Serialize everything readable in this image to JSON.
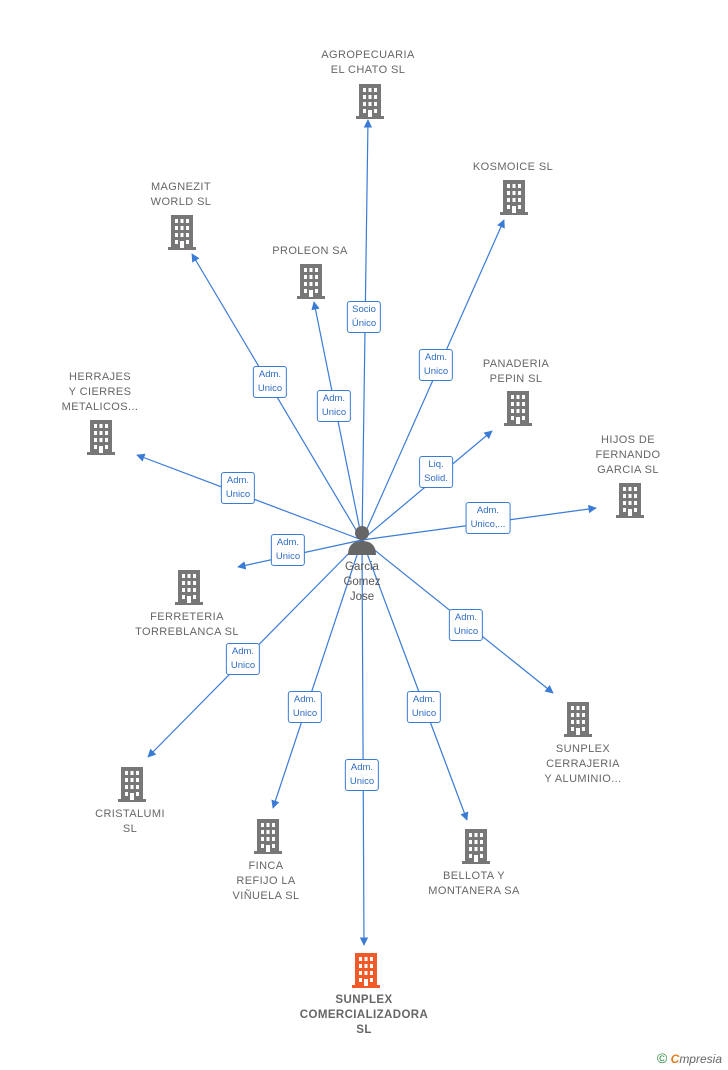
{
  "center": {
    "name_lines": [
      "Garcia",
      "Gomez",
      "Jose"
    ],
    "icon": "person-icon"
  },
  "colors": {
    "edge": "#3a7bd5",
    "building": "#777777",
    "highlight": "#f05a28"
  },
  "nodes": [
    {
      "id": "agropecuaria",
      "lines": [
        "AGROPECUARIA",
        "EL CHATO SL"
      ],
      "label": "Socio\nÚnico"
    },
    {
      "id": "kosmoice",
      "lines": [
        "KOSMOICE SL"
      ],
      "label": "Adm.\nUnico"
    },
    {
      "id": "magnezit",
      "lines": [
        "MAGNEZIT",
        "WORLD SL"
      ],
      "label": "Adm.\nUnico"
    },
    {
      "id": "proleon",
      "lines": [
        "PROLEON SA"
      ],
      "label": "Adm.\nUnico"
    },
    {
      "id": "panaderia",
      "lines": [
        "PANADERIA",
        "PEPIN SL"
      ],
      "label": "Liq.\nSolid."
    },
    {
      "id": "herrajes",
      "lines": [
        "HERRAJES",
        "Y CIERRES",
        "METALICOS..."
      ],
      "label": "Adm.\nUnico"
    },
    {
      "id": "hijos",
      "lines": [
        "HIJOS DE",
        "FERNANDO",
        "GARCIA  SL"
      ],
      "label": "Adm.\nUnico,..."
    },
    {
      "id": "ferreteria",
      "lines": [
        "FERRETERIA",
        "TORREBLANCA SL"
      ],
      "label": "Adm.\nUnico"
    },
    {
      "id": "sunplex_cerr",
      "lines": [
        "SUNPLEX",
        "CERRAJERIA",
        "Y ALUMINIO..."
      ],
      "label": "Adm.\nUnico"
    },
    {
      "id": "cristalumi",
      "lines": [
        "CRISTALUMI",
        "SL"
      ],
      "label": "Adm.\nUnico"
    },
    {
      "id": "finca",
      "lines": [
        "FINCA",
        "REFIJO LA",
        "VIÑUELA  SL"
      ],
      "label": "Adm.\nUnico"
    },
    {
      "id": "bellota",
      "lines": [
        "BELLOTA Y",
        "MONTANERA SA"
      ],
      "label": "Adm.\nUnico"
    },
    {
      "id": "sunplex_com",
      "lines": [
        "SUNPLEX",
        "COMERCIALIZADORA",
        "SL"
      ],
      "label": "Adm.\nUnico",
      "main": true
    }
  ],
  "footer": {
    "copyright": "©",
    "brand_first": "C",
    "brand_rest": "mpresia"
  }
}
